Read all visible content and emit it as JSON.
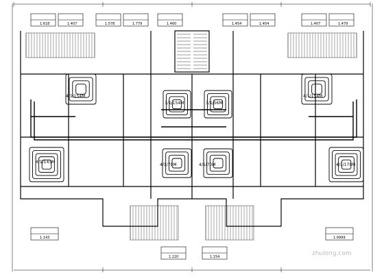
{
  "header_tables": {
    "row1": [
      "1.618",
      "1.407",
      "1.578",
      "1.779",
      "1.460",
      "1.454",
      "1.454",
      "1.407",
      "1.479"
    ]
  },
  "loop_labels": {
    "upper_left": "4/1/154M",
    "center_left": "3/1/154M",
    "center_right": "3/1/56M",
    "upper_right": "4/1/154M",
    "lower_left": "4/1/143M",
    "lower_center_left": "4/1/70M",
    "lower_center_right": "4/1/70M",
    "lower_right": "4/1/170M"
  },
  "footer_tables": {
    "left": "1.143",
    "center_left": "1.220",
    "center_right": "1.154",
    "right": "1.9999"
  },
  "watermark": "zhulong.com"
}
